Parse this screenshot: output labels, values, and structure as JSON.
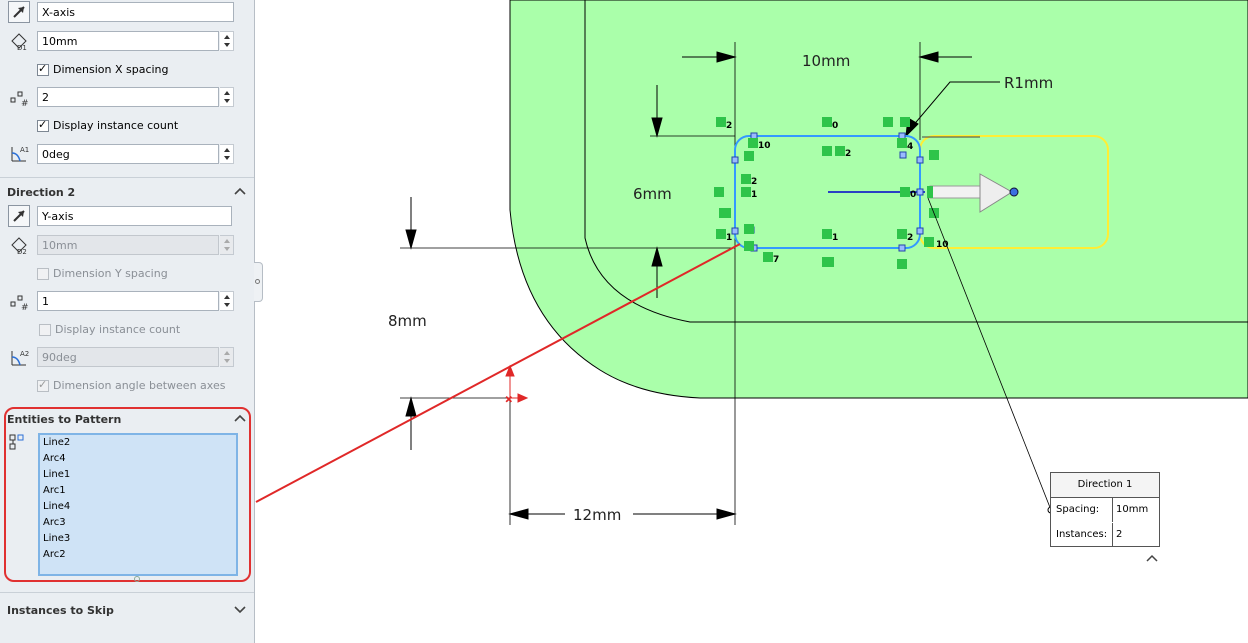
{
  "direction1": {
    "axis_value": "X-axis",
    "spacing_value": "10mm",
    "dimension_spacing_label": "Dimension X spacing",
    "dimension_spacing_checked": true,
    "instances_value": "2",
    "display_count_label": "Display instance count",
    "display_count_checked": true,
    "angle_value": "0deg"
  },
  "direction2": {
    "title": "Direction 2",
    "axis_value": "Y-axis",
    "spacing_value": "10mm",
    "dimension_spacing_label": "Dimension Y spacing",
    "dimension_spacing_checked": false,
    "instances_value": "1",
    "display_count_label": "Display instance count",
    "display_count_checked": false,
    "angle_value": "90deg",
    "dimension_angle_label": "Dimension angle between axes",
    "dimension_angle_checked": true
  },
  "entities": {
    "title": "Entities to Pattern",
    "items": [
      "Line2",
      "Arc4",
      "Line1",
      "Arc1",
      "Line4",
      "Arc3",
      "Line3",
      "Arc2"
    ]
  },
  "instances_to_skip": {
    "title": "Instances to Skip"
  },
  "canvas": {
    "dim_10mm": "10mm",
    "dim_r1mm": "R1mm",
    "dim_6mm": "6mm",
    "dim_8mm": "8mm",
    "dim_12mm": "12mm",
    "relations": {
      "r_2a": "2",
      "r_0a": "0",
      "r_0b": "0",
      "r_10a": "10",
      "r_4": "4",
      "r_2b": "2",
      "r_2c": "2",
      "r_1a": "1",
      "r_0c": "0",
      "r_1b": "1",
      "r_1c": "1",
      "r_2d": "2",
      "r_10b": "10",
      "r_7": "7"
    }
  },
  "callout": {
    "title": "Direction 1",
    "spacing_label": "Spacing:",
    "spacing_value": "10mm",
    "instances_label": "Instances:",
    "instances_value": "2"
  },
  "colors": {
    "part_face": "#aaffaa",
    "sketch_blue": "#3399ff",
    "preview_yellow": "#ffee33",
    "leader_red": "#e02828",
    "panel_bg": "#eaeef2",
    "relation_green": "#2ec44a"
  }
}
